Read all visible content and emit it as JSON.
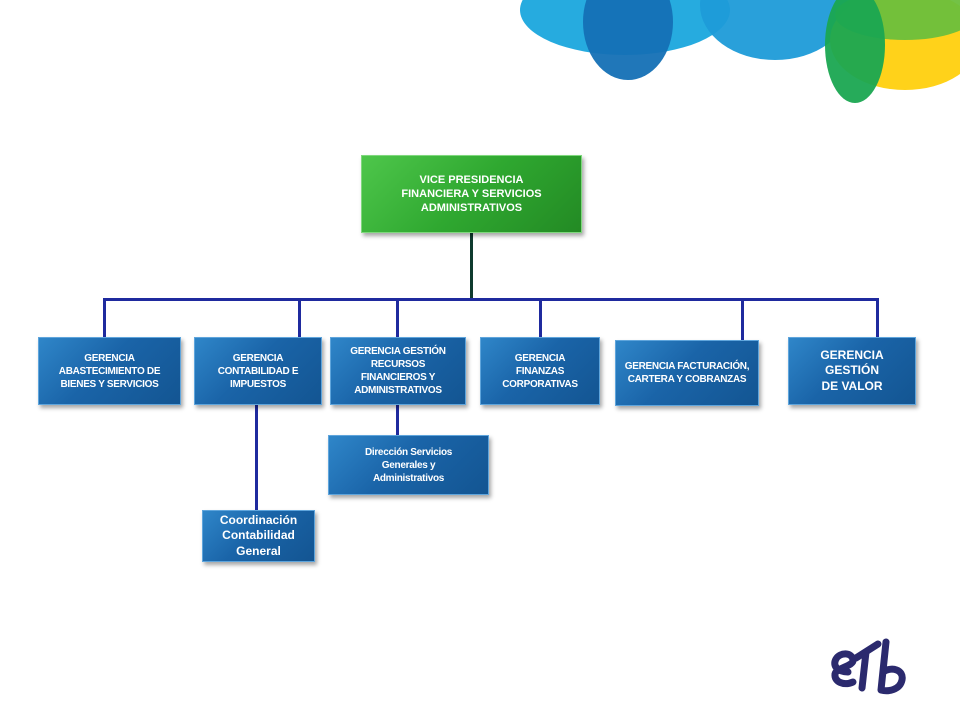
{
  "chart": {
    "root": "VICE PRESIDENCIA FINANCIERA Y SERVICIOS ADMINISTRATIVOS",
    "gerencias": [
      "GERENCIA ABASTECIMIENTO DE BIENES Y SERVICIOS",
      "GERENCIA CONTABILIDAD E IMPUESTOS",
      "GERENCIA GESTIÓN RECURSOS FINANCIEROS Y ADMINISTRATIVOS",
      "GERENCIA FINANZAS CORPORATIVAS",
      "GERENCIA FACTURACIÓN, CARTERA Y COBRANZAS",
      "GERENCIA GESTIÓN DE VALOR"
    ],
    "coordinacion": "Coordinación Contabilidad General",
    "direccion": "Dirección Servicios Generales y Administrativos"
  },
  "brand": {
    "logo_text": "eTb",
    "colors": {
      "primary_blue": "#1a64a8",
      "green": "#2fa830",
      "connector": "#1f2a9e",
      "logo_navy": "#2b2a6e"
    }
  }
}
